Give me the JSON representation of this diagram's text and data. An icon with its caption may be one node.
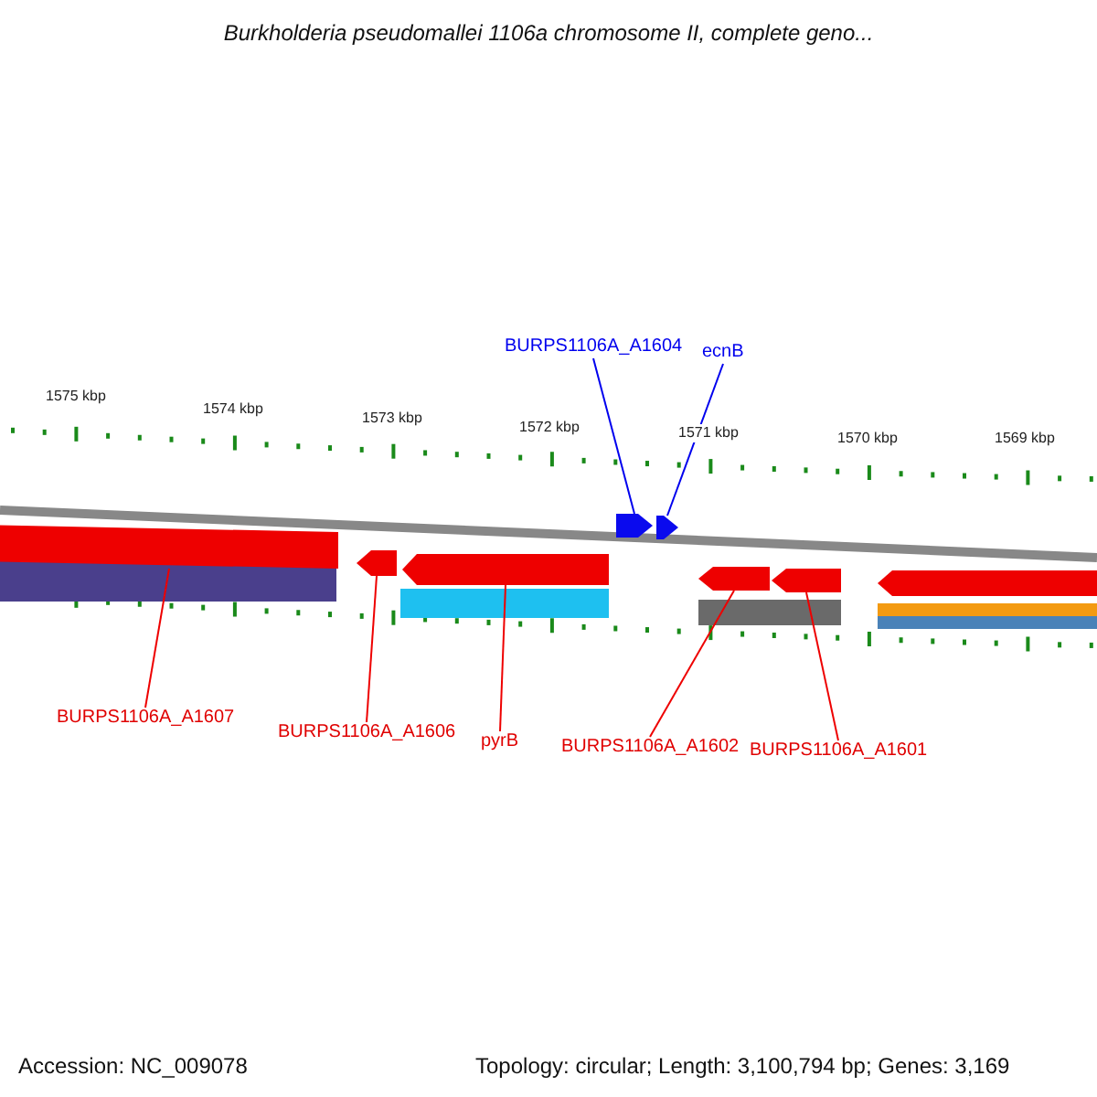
{
  "diagram": {
    "title": "Burkholderia pseudomallei 1106a chromosome II, complete geno...",
    "nodes": [
      {
        "text": [
          "BURPS1106A_A1604"
        ]
      },
      {
        "text": [
          "ecnB"
        ]
      },
      {
        "text": [
          "BURPS1106A_A1607"
        ]
      },
      {
        "text": [
          "BURPS1106A_A1606"
        ]
      },
      {
        "text": [
          "pyrB"
        ]
      },
      {
        "text": [
          "BURPS1106A_A1602"
        ]
      },
      {
        "text": [
          "BURPS1106A_A1601"
        ]
      },
      {
        "text": [],
        "shape": "bar"
      },
      {
        "text": [],
        "shape": "bar"
      },
      {
        "text": [],
        "shape": "bar"
      },
      {
        "text": [],
        "shape": "bar"
      },
      {
        "text": [],
        "shape": "bar"
      },
      {
        "text": [],
        "shape": "bar"
      },
      {
        "text": [],
        "shape": "bar"
      },
      {
        "text": [],
        "shape": "bar"
      }
    ],
    "edges": [
      {
        "from": 0,
        "to": 7,
        "arrow": "none",
        "color": "#0000ee"
      },
      {
        "from": 1,
        "to": 8,
        "arrow": "none",
        "color": "#0000ee"
      },
      {
        "from": 2,
        "to": 9,
        "arrow": "none"
      },
      {
        "from": 3,
        "to": 10,
        "arrow": "none"
      },
      {
        "from": 4,
        "to": 11,
        "arrow": "none"
      },
      {
        "from": 5,
        "to": 12,
        "arrow": "none"
      },
      {
        "from": 6,
        "to": 13,
        "arrow": "none"
      }
    ],
    "labels": [
      "1575 kbp",
      "1574 kbp",
      "1573 kbp",
      "1572 kbp",
      "1571 kbp",
      "1570 kbp",
      "1569 kbp",
      "Accession: NC_009078",
      "Topology: circular; Length: 3,100,794 bp; Genes: 3,169"
    ]
  }
}
